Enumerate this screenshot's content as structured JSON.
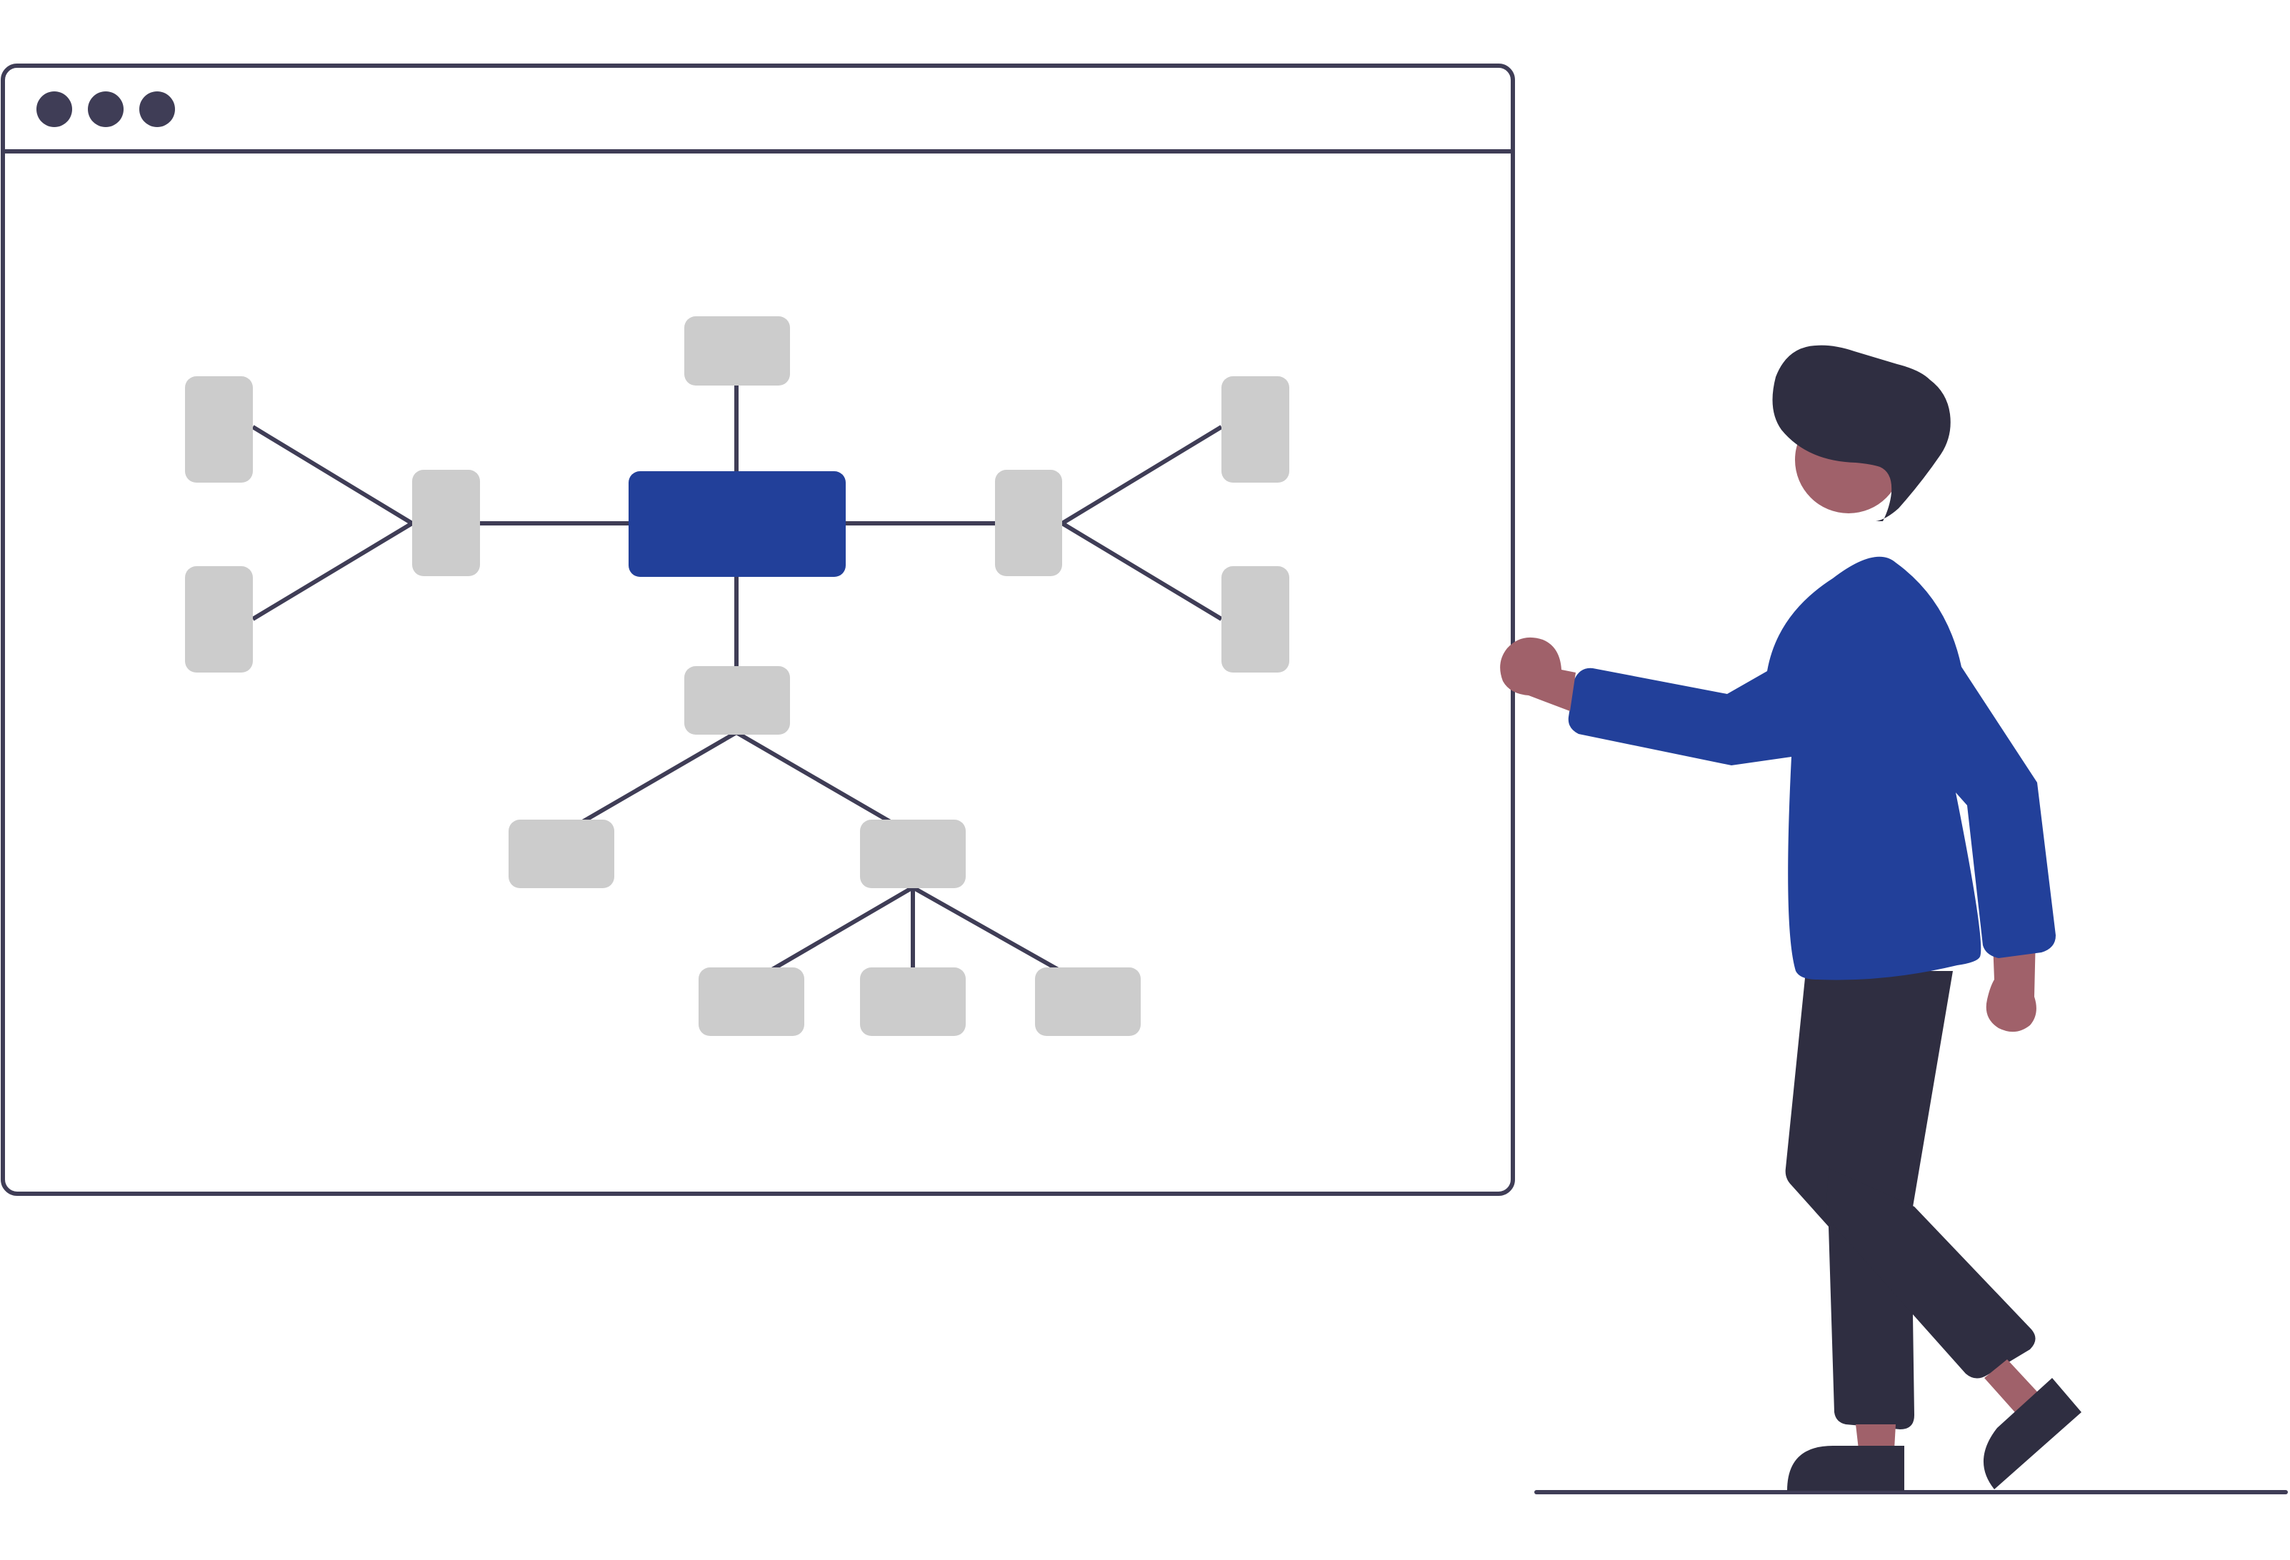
{
  "window": {
    "controls": [
      "close-dot",
      "minimize-dot",
      "maximize-dot"
    ],
    "control_color": "#3f3d56",
    "frame_color": "#3f3d56"
  },
  "mind_map": {
    "root": {
      "id": "root",
      "color": "#22409a"
    },
    "node_color": "#cccccc",
    "edge_color": "#3f3d56",
    "nodes": [
      {
        "id": "top"
      },
      {
        "id": "left-hub"
      },
      {
        "id": "left-leaf-upper"
      },
      {
        "id": "left-leaf-lower"
      },
      {
        "id": "right-hub"
      },
      {
        "id": "right-leaf-upper"
      },
      {
        "id": "right-leaf-lower"
      },
      {
        "id": "bottom-hub"
      },
      {
        "id": "bottom-left"
      },
      {
        "id": "bottom-right-hub"
      },
      {
        "id": "bottom-right-leaf-1"
      },
      {
        "id": "bottom-right-leaf-2"
      },
      {
        "id": "bottom-right-leaf-3"
      }
    ],
    "edges": [
      [
        "root",
        "top"
      ],
      [
        "root",
        "left-hub"
      ],
      [
        "root",
        "right-hub"
      ],
      [
        "root",
        "bottom-hub"
      ],
      [
        "left-hub",
        "left-leaf-upper"
      ],
      [
        "left-hub",
        "left-leaf-lower"
      ],
      [
        "right-hub",
        "right-leaf-upper"
      ],
      [
        "right-hub",
        "right-leaf-lower"
      ],
      [
        "bottom-hub",
        "bottom-left"
      ],
      [
        "bottom-hub",
        "bottom-right-hub"
      ],
      [
        "bottom-right-hub",
        "bottom-right-leaf-1"
      ],
      [
        "bottom-right-hub",
        "bottom-right-leaf-2"
      ],
      [
        "bottom-right-hub",
        "bottom-right-leaf-3"
      ]
    ]
  },
  "person": {
    "skin_color": "#a0616a",
    "hair_color": "#2f2e41",
    "shirt_color": "#22409a",
    "pants_color": "#2f2e41"
  }
}
